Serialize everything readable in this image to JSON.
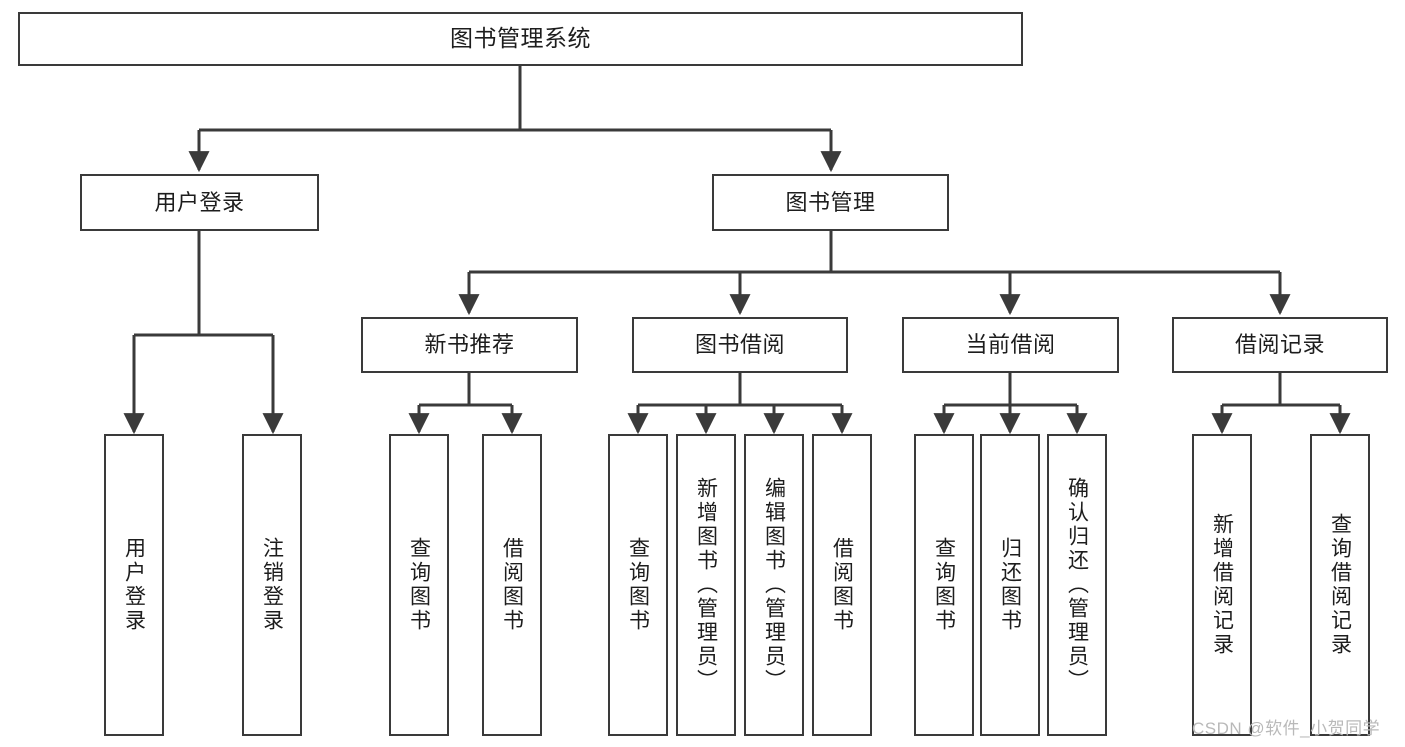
{
  "diagram": {
    "type": "tree",
    "title": "图书管理系统",
    "nodes": {
      "root": {
        "label": "图书管理系统"
      },
      "user_login": {
        "label": "用户登录"
      },
      "book_manage": {
        "label": "图书管理"
      },
      "new_book_rec": {
        "label": "新书推荐"
      },
      "book_borrow": {
        "label": "图书借阅"
      },
      "current_borrow": {
        "label": "当前借阅"
      },
      "borrow_record": {
        "label": "借阅记录"
      },
      "leaf_user_login": {
        "label": "用户登录"
      },
      "leaf_user_logout": {
        "label": "注销登录"
      },
      "leaf_rec_query": {
        "label": "查询图书"
      },
      "leaf_rec_borrow": {
        "label": "借阅图书"
      },
      "leaf_borrow_query": {
        "label": "查询图书"
      },
      "leaf_borrow_add": {
        "label": "新增图书（管理员）"
      },
      "leaf_borrow_edit": {
        "label": "编辑图书（管理员）"
      },
      "leaf_borrow_lend": {
        "label": "借阅图书"
      },
      "leaf_cur_query": {
        "label": "查询图书"
      },
      "leaf_cur_return": {
        "label": "归还图书"
      },
      "leaf_cur_confirm": {
        "label": "确认归还（管理员）"
      },
      "leaf_rec_add": {
        "label": "新增借阅记录"
      },
      "leaf_rec_search": {
        "label": "查询借阅记录"
      }
    },
    "edges": [
      {
        "from": "root",
        "to": "user_login"
      },
      {
        "from": "root",
        "to": "book_manage"
      },
      {
        "from": "user_login",
        "to": "leaf_user_login"
      },
      {
        "from": "user_login",
        "to": "leaf_user_logout"
      },
      {
        "from": "book_manage",
        "to": "new_book_rec"
      },
      {
        "from": "book_manage",
        "to": "book_borrow"
      },
      {
        "from": "book_manage",
        "to": "current_borrow"
      },
      {
        "from": "book_manage",
        "to": "borrow_record"
      },
      {
        "from": "new_book_rec",
        "to": "leaf_rec_query"
      },
      {
        "from": "new_book_rec",
        "to": "leaf_rec_borrow"
      },
      {
        "from": "book_borrow",
        "to": "leaf_borrow_query"
      },
      {
        "from": "book_borrow",
        "to": "leaf_borrow_add"
      },
      {
        "from": "book_borrow",
        "to": "leaf_borrow_edit"
      },
      {
        "from": "book_borrow",
        "to": "leaf_borrow_lend"
      },
      {
        "from": "current_borrow",
        "to": "leaf_cur_query"
      },
      {
        "from": "current_borrow",
        "to": "leaf_cur_return"
      },
      {
        "from": "current_borrow",
        "to": "leaf_cur_confirm"
      },
      {
        "from": "borrow_record",
        "to": "leaf_rec_add"
      },
      {
        "from": "borrow_record",
        "to": "leaf_rec_search"
      }
    ],
    "colors": {
      "stroke": "#3a3a3a",
      "fill": "#ffffff",
      "text": "#1d1d1d",
      "watermark": "#b9b9b9"
    }
  },
  "watermark": {
    "text": "CSDN @软件_小贺同学"
  }
}
